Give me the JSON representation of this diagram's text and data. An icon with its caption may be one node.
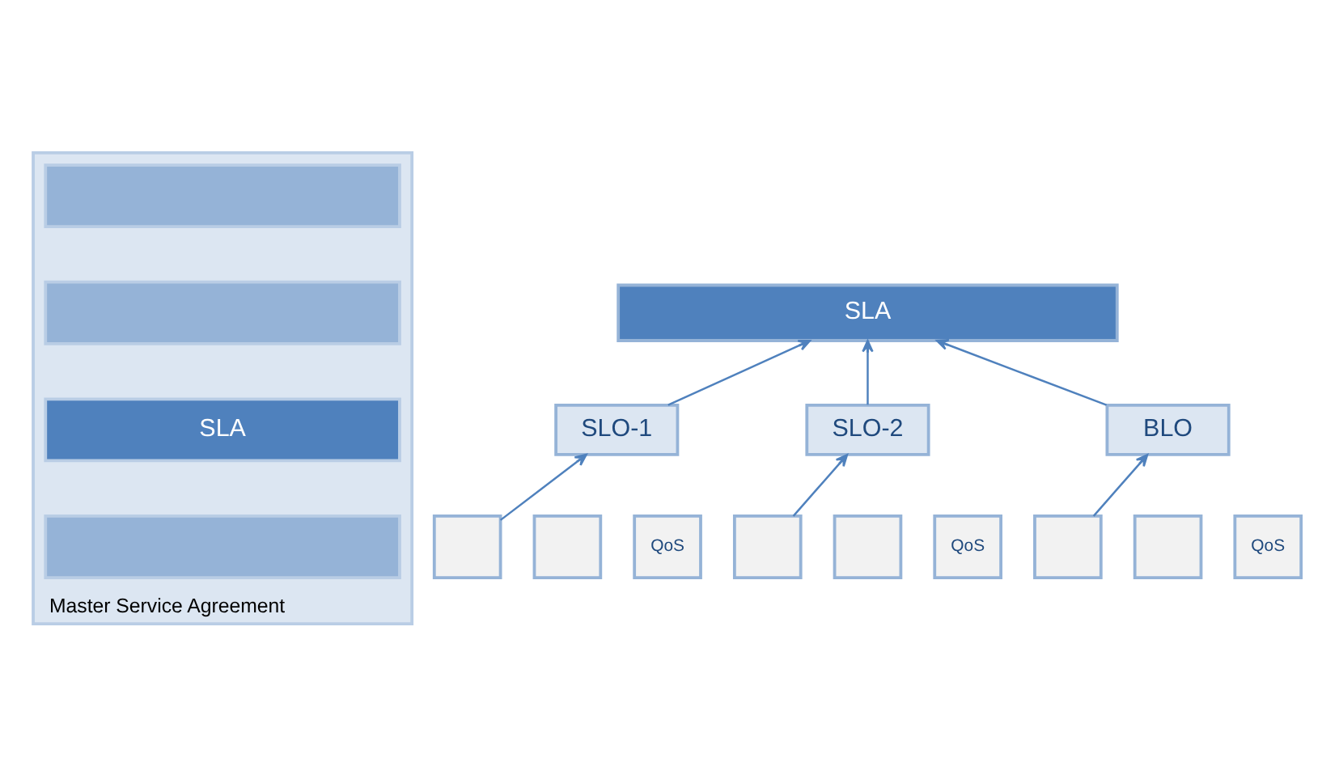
{
  "diagram": {
    "nodes": [
      {
        "text": [
          "Master Service Agreement"
        ]
      },
      {
        "text": [],
        "shape": "box",
        "in": 0
      },
      {
        "text": [],
        "shape": "box",
        "in": 0
      },
      {
        "text": [
          "SLA"
        ],
        "in": 0
      },
      {
        "text": [],
        "shape": "box",
        "in": 0
      },
      {
        "text": [
          "SLA"
        ]
      },
      {
        "text": [
          "SLO-1"
        ]
      },
      {
        "text": [
          "SLO-2"
        ]
      },
      {
        "text": [
          "BLO"
        ]
      },
      {
        "text": [],
        "shape": "box"
      },
      {
        "text": [],
        "shape": "box"
      },
      {
        "text": [
          "QoS"
        ]
      },
      {
        "text": [],
        "shape": "box"
      },
      {
        "text": [],
        "shape": "box"
      },
      {
        "text": [
          "QoS"
        ]
      },
      {
        "text": [],
        "shape": "box"
      },
      {
        "text": [],
        "shape": "box"
      },
      {
        "text": [
          "QoS"
        ]
      }
    ],
    "edges": [
      {
        "from": 6,
        "to": 5,
        "arrow": "to"
      },
      {
        "from": 7,
        "to": 5,
        "arrow": "to"
      },
      {
        "from": 8,
        "to": 5,
        "arrow": "to"
      },
      {
        "from": 9,
        "to": 6,
        "arrow": "to"
      },
      {
        "from": 12,
        "to": 7,
        "arrow": "to"
      },
      {
        "from": 15,
        "to": 8,
        "arrow": "to"
      }
    ]
  }
}
